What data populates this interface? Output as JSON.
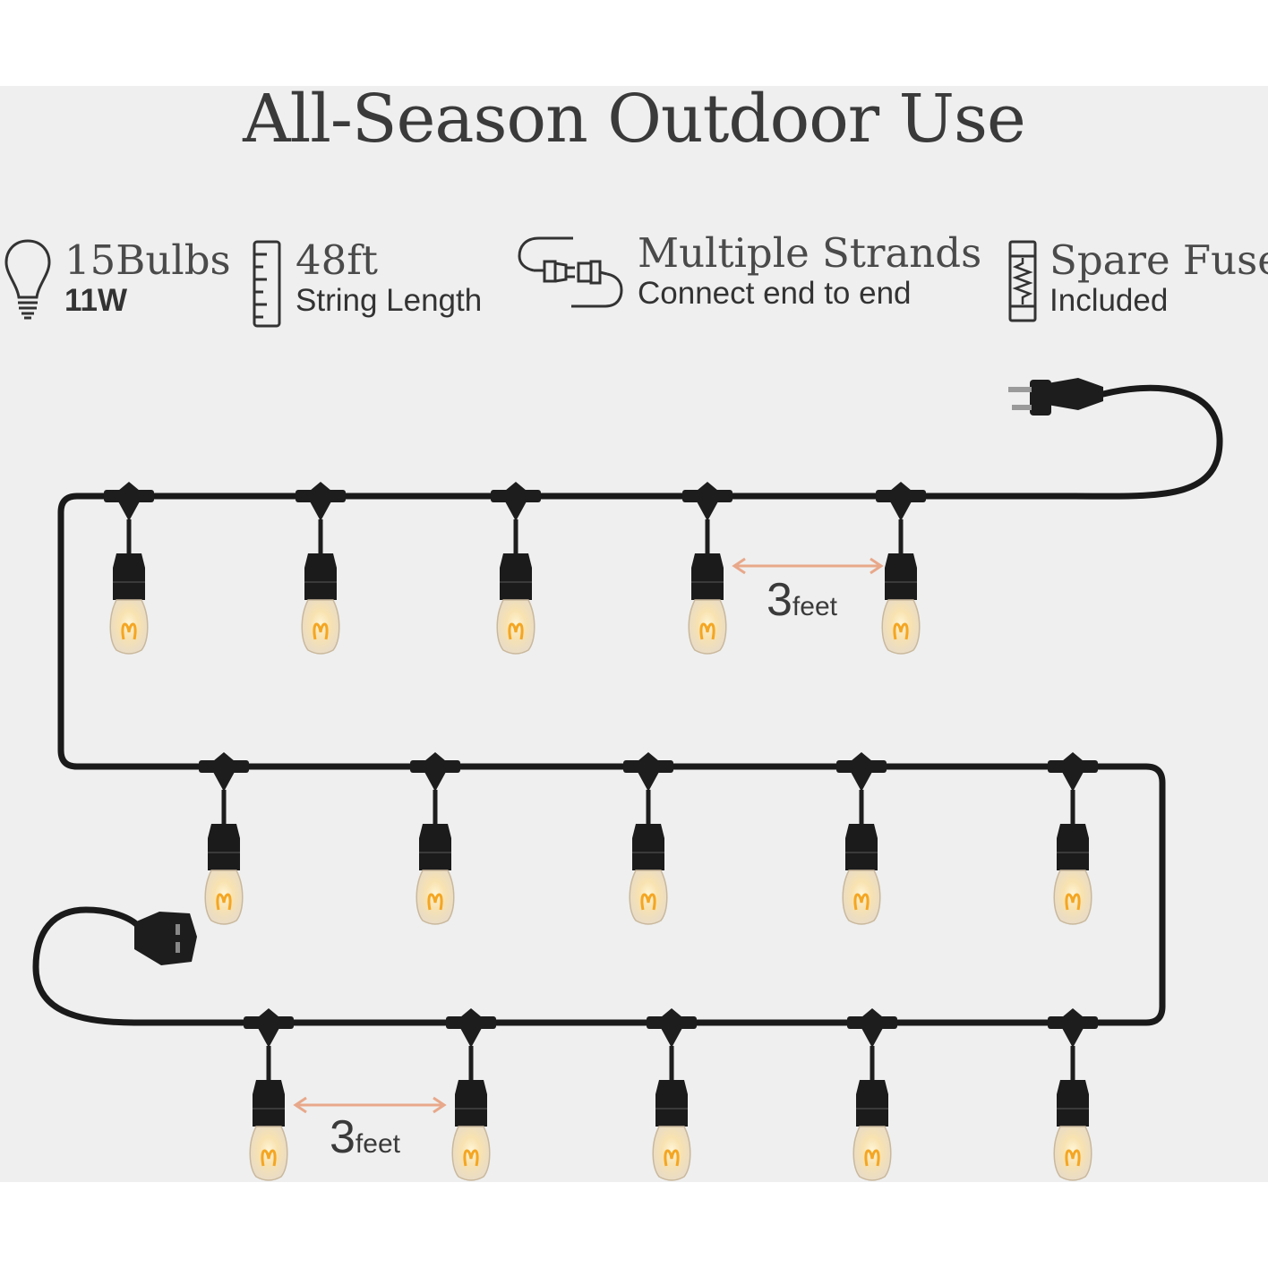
{
  "title": "All-Season Outdoor Use",
  "features": [
    {
      "icon": "bulb-icon",
      "main": "15Bulbs",
      "sub": "11W"
    },
    {
      "icon": "ruler-icon",
      "main": "48ft",
      "sub": "String Length"
    },
    {
      "icon": "connector-plug-icon",
      "main": "Multiple Strands",
      "sub": "Connect end to end"
    },
    {
      "icon": "fuse-icon",
      "main": "Spare Fuse",
      "sub": "Included"
    }
  ],
  "spacing": [
    {
      "number": "3",
      "unit": "feet"
    },
    {
      "number": "3",
      "unit": "feet"
    }
  ],
  "colors": {
    "background": "#efefef",
    "cord": "#1a1a1a",
    "arrow": "#e8a88a",
    "bulb_glow": "#f4a623"
  }
}
